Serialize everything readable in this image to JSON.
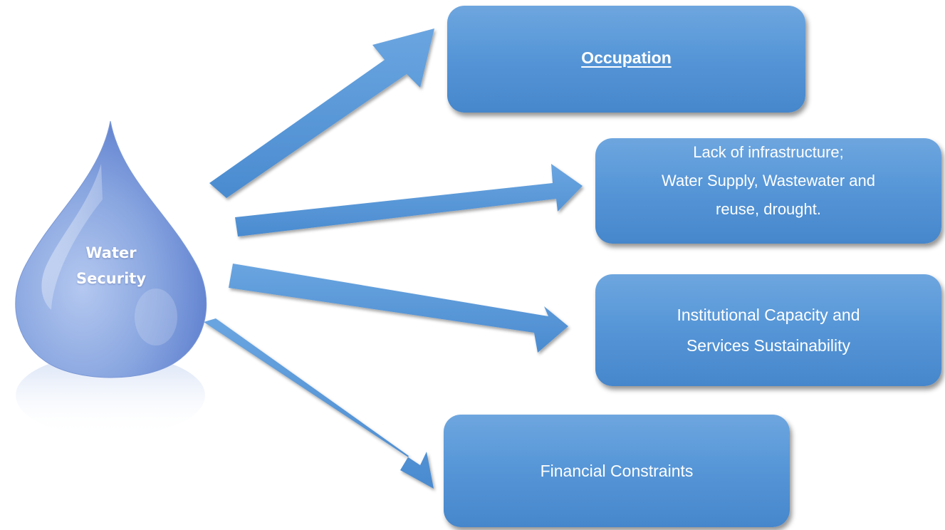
{
  "center": {
    "label_line1": "Water",
    "label_line2": "Security"
  },
  "boxes": {
    "occupation": {
      "line1": "Occupation"
    },
    "infrastructure": {
      "line1": "Lack of infrastructure;",
      "line2": "Water Supply, Wastewater and",
      "line3": "reuse, drought."
    },
    "institutional": {
      "line1": "Institutional Capacity and",
      "line2": "Services Sustainability"
    },
    "financial": {
      "line1": "Financial Constraints"
    }
  },
  "colors": {
    "box_fill": "#5b9bd5",
    "arrow_fill": "#5a9ad8",
    "drop_fill": "#7f9fdc",
    "text": "#ffffff"
  }
}
